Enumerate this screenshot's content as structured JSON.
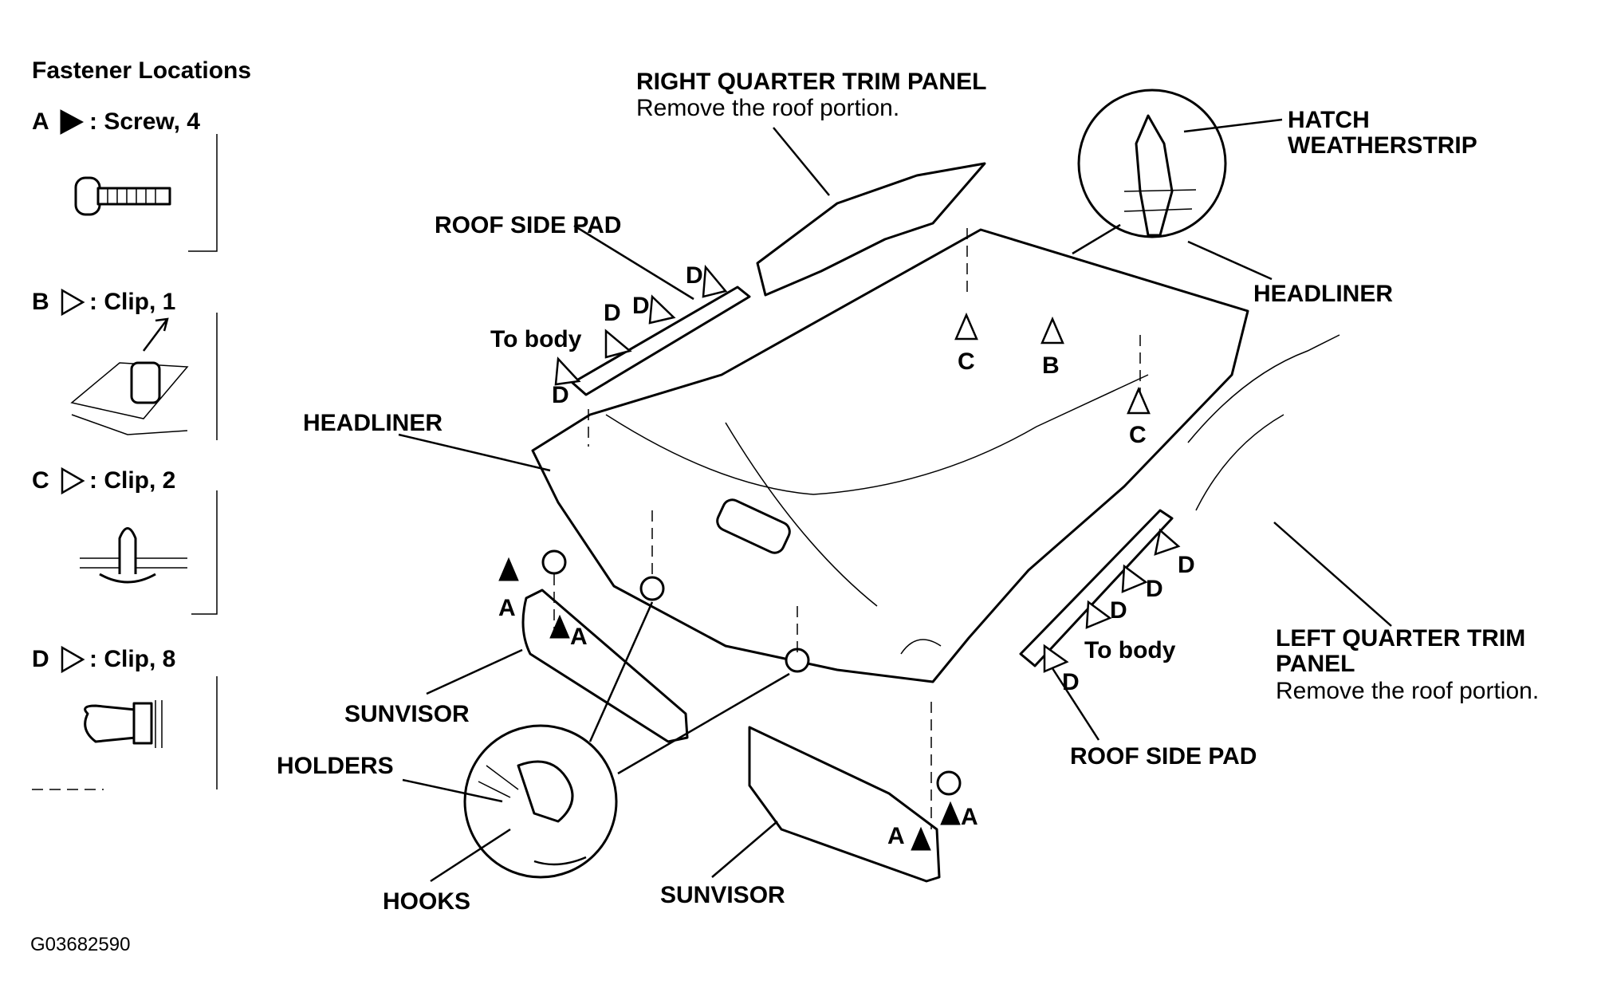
{
  "legend": {
    "title": "Fastener Locations",
    "items": [
      {
        "letter": "A",
        "text": ": Screw, 4",
        "style": "filled"
      },
      {
        "letter": "B",
        "text": ": Clip, 1",
        "style": "outline"
      },
      {
        "letter": "C",
        "text": ": Clip, 2",
        "style": "outline"
      },
      {
        "letter": "D",
        "text": ": Clip, 8",
        "style": "outline"
      }
    ]
  },
  "labels": {
    "right_quarter_title": "RIGHT QUARTER TRIM PANEL",
    "right_quarter_note": "Remove the roof portion.",
    "hatch_line1": "HATCH",
    "hatch_line2": "WEATHERSTRIP",
    "headliner_inset": "HEADLINER",
    "roof_side_pad_top": "ROOF SIDE PAD",
    "to_body_top": "To body",
    "headliner_main": "HEADLINER",
    "left_quarter_line1": "LEFT QUARTER TRIM",
    "left_quarter_line2": "PANEL",
    "left_quarter_note": "Remove the roof portion.",
    "to_body_right": "To body",
    "roof_side_pad_bottom": "ROOF SIDE PAD",
    "sunvisor_left": "SUNVISOR",
    "holders": "HOLDERS",
    "hooks": "HOOKS",
    "sunvisor_bottom": "SUNVISOR"
  },
  "markers": {
    "A": "A",
    "B": "B",
    "C": "C",
    "D": "D"
  },
  "figure_code": "G03682590"
}
